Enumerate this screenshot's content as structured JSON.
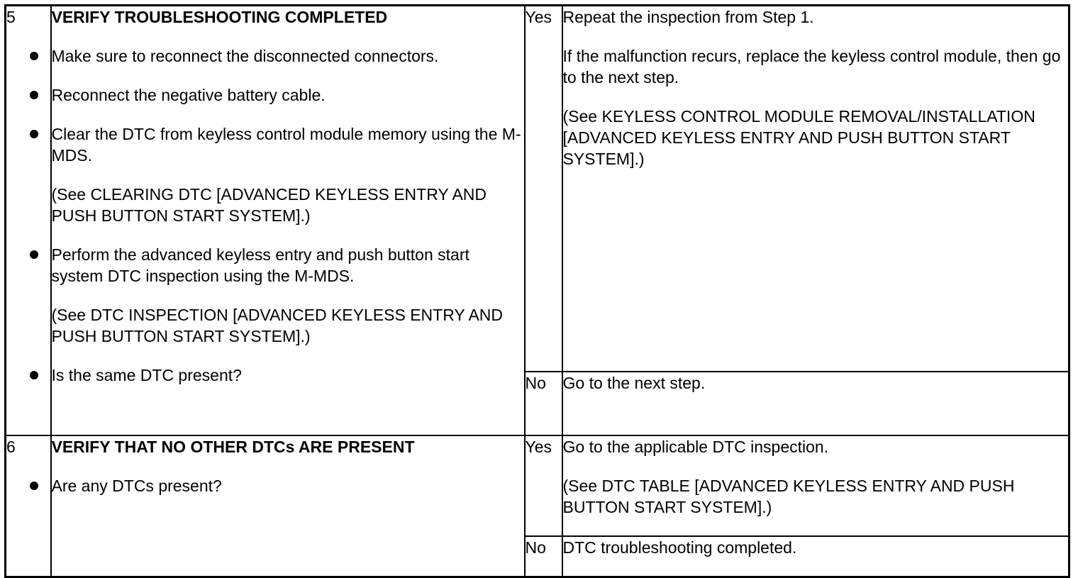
{
  "steps": [
    {
      "number": "5",
      "title": "VERIFY TROUBLESHOOTING COMPLETED",
      "bullets": [
        {
          "text": "Make sure to reconnect the disconnected connectors.",
          "ref": ""
        },
        {
          "text": "Reconnect the negative battery cable.",
          "ref": ""
        },
        {
          "text": "Clear the DTC from keyless control module memory using the M-MDS.",
          "ref": "(See CLEARING DTC [ADVANCED KEYLESS ENTRY AND PUSH BUTTON START SYSTEM].)"
        },
        {
          "text": "Perform the advanced keyless entry and push button start system DTC inspection using the M-MDS.",
          "ref": "(See DTC INSPECTION [ADVANCED KEYLESS ENTRY AND PUSH BUTTON START SYSTEM].)"
        },
        {
          "text": "Is the same DTC present?",
          "ref": ""
        }
      ],
      "yes_label": "Yes",
      "yes_lines": [
        "Repeat the inspection from Step 1.",
        "If the malfunction recurs, replace the keyless control module, then go to the next step.",
        "(See KEYLESS CONTROL MODULE REMOVAL/INSTALLATION [ADVANCED KEYLESS ENTRY AND PUSH BUTTON START SYSTEM].)"
      ],
      "no_label": "No",
      "no_lines": [
        "Go to the next step."
      ]
    },
    {
      "number": "6",
      "title": "VERIFY THAT NO OTHER DTCs ARE PRESENT",
      "bullets": [
        {
          "text": "Are any DTCs present?",
          "ref": ""
        }
      ],
      "yes_label": "Yes",
      "yes_lines": [
        "Go to the applicable DTC inspection.",
        "(See DTC TABLE [ADVANCED KEYLESS ENTRY AND PUSH BUTTON START SYSTEM].)"
      ],
      "no_label": "No",
      "no_lines": [
        "DTC troubleshooting completed."
      ]
    }
  ]
}
